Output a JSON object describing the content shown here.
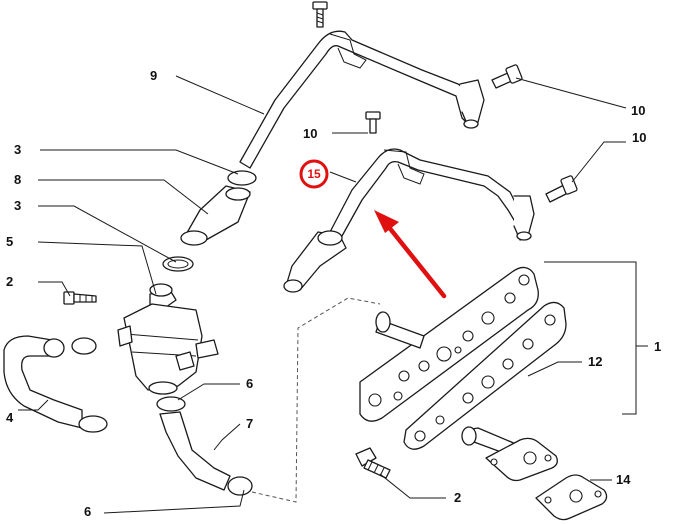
{
  "callouts": {
    "c9": "9",
    "c10a": "10",
    "c10b": "10",
    "c10c": "10",
    "c15": "15",
    "c3a": "3",
    "c8": "8",
    "c3b": "3",
    "c5": "5",
    "c2a": "2",
    "c4": "4",
    "c6a": "6",
    "c7": "7",
    "c6b": "6",
    "c1": "1",
    "c12": "12",
    "c2b": "2",
    "c14": "14"
  },
  "colors": {
    "highlight": "#e01010",
    "ink": "#1a1a1a"
  }
}
